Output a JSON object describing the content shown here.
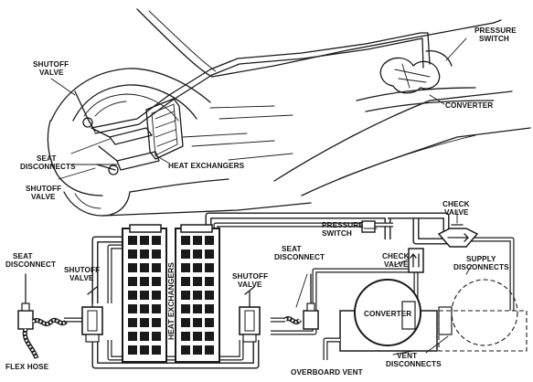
{
  "labels": {
    "shutoff_valve_top": [
      "SHUTOFF",
      "VALVE"
    ],
    "pressure_switch_top": [
      "PRESSURE",
      "SWITCH"
    ],
    "seat_disconnects": [
      "SEAT",
      "DISCONNECTS"
    ],
    "heat_exchangers_top": "HEAT EXCHANGERS",
    "shutoff_valve_mid": [
      "SHUTOFF",
      "VALVE"
    ],
    "converter_top": "CONVERTER",
    "seat_disconnect_left": [
      "SEAT",
      "DISCONNECT"
    ],
    "shutoff_valve_left": [
      "SHUTOFF",
      "VALVE"
    ],
    "heat_exchangers_vertical": "HEAT EXCHANGERS",
    "shutoff_valve_right": [
      "SHUTOFF",
      "VALVE"
    ],
    "seat_disconnect_right": [
      "SEAT",
      "DISCONNECT"
    ],
    "pressure_switch_schematic": [
      "PRESSURE",
      "SWITCH"
    ],
    "check_valve_left": [
      "CHECK",
      "VALVE"
    ],
    "check_valve_top": [
      "CHECK",
      "VALVE"
    ],
    "supply_disconnects": [
      "SUPPLY",
      "DISCONNECTS"
    ],
    "converter_schematic": "CONVERTER",
    "vent_disconnects": [
      "VENT",
      "DISCONNECTS"
    ],
    "flex_hose": "FLEX HOSE",
    "overboard_vent": "OVERBOARD VENT"
  }
}
